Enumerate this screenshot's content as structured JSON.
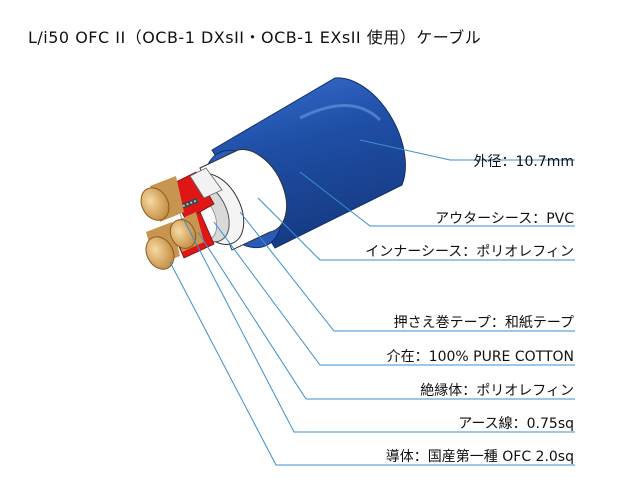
{
  "title": "L/i50 OFC II（OCB-1 DXsII・OCB-1 EXsII 使用）ケーブル",
  "labels": [
    "外径：10.7mm",
    "アウターシース：PVC",
    "インナーシース：ポリオレフィン",
    "押さえ巻テープ：和紙テープ",
    "介在：100% PURE COTTON",
    "絶縁体：ポリオレフィン",
    "アース線：0.75sq",
    "導体：国産第一種 OFC 2.0sq"
  ],
  "colors": {
    "outer_sheath": "#1f4fa6",
    "inner_sheath": "#ffffff",
    "tape": "#cfcfcf",
    "insulation": "#e01616",
    "conductor": "#d8a55e",
    "leader_line": "#3a8fd0"
  }
}
